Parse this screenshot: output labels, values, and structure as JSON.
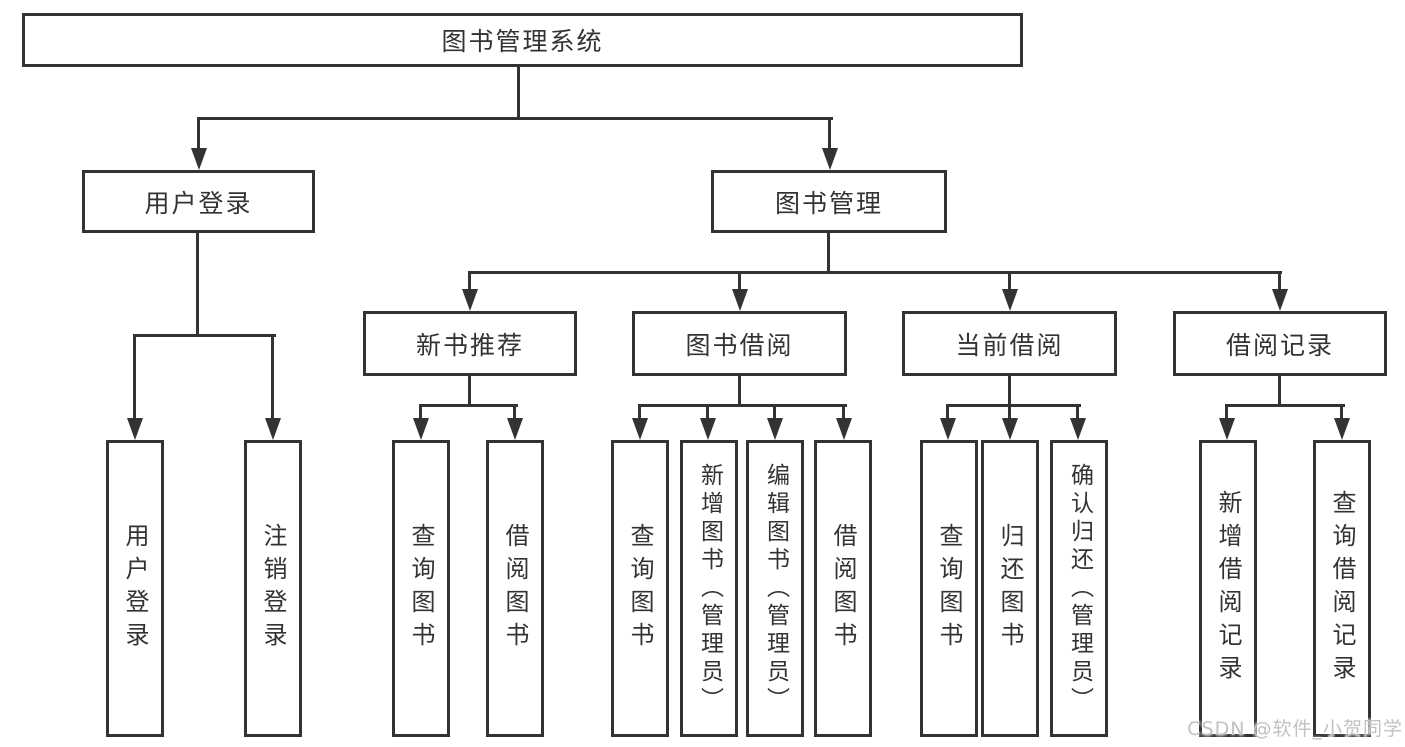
{
  "nodes": {
    "root": "图书管理系统",
    "userLogin": "用户登录",
    "bookManagement": "图书管理",
    "newBookRecommend": "新书推荐",
    "bookBorrow": "图书借阅",
    "currentBorrow": "当前借阅",
    "borrowRecords": "借阅记录",
    "leafUserLogin": "用户登录",
    "leafLogout": "注销登录",
    "leafQueryBookA": "查询图书",
    "leafBorrowBookA": "借阅图书",
    "leafQueryBookB": "查询图书",
    "leafAddBookAdmin": "新增图书（管理员）",
    "leafEditBookAdmin": "编辑图书（管理员）",
    "leafBorrowBookB": "借阅图书",
    "leafQueryBookC": "查询图书",
    "leafReturnBook": "归还图书",
    "leafConfirmReturnAdmin": "确认归还（管理员）",
    "leafAddBorrowRecord": "新增借阅记录",
    "leafQueryBorrowRecord": "查询借阅记录"
  },
  "hierarchy": {
    "图书管理系统": {
      "用户登录": [
        "用户登录",
        "注销登录"
      ],
      "图书管理": {
        "新书推荐": [
          "查询图书",
          "借阅图书"
        ],
        "图书借阅": [
          "查询图书",
          "新增图书（管理员）",
          "编辑图书（管理员）",
          "借阅图书"
        ],
        "当前借阅": [
          "查询图书",
          "归还图书",
          "确认归还（管理员）"
        ],
        "借阅记录": [
          "新增借阅记录",
          "查询借阅记录"
        ]
      }
    }
  },
  "watermark": {
    "text": "CSDN @软件_小贺同学"
  },
  "colors": {
    "line": "#333333",
    "text": "#333333",
    "background": "#ffffff",
    "watermark": "#c2c2c2"
  }
}
